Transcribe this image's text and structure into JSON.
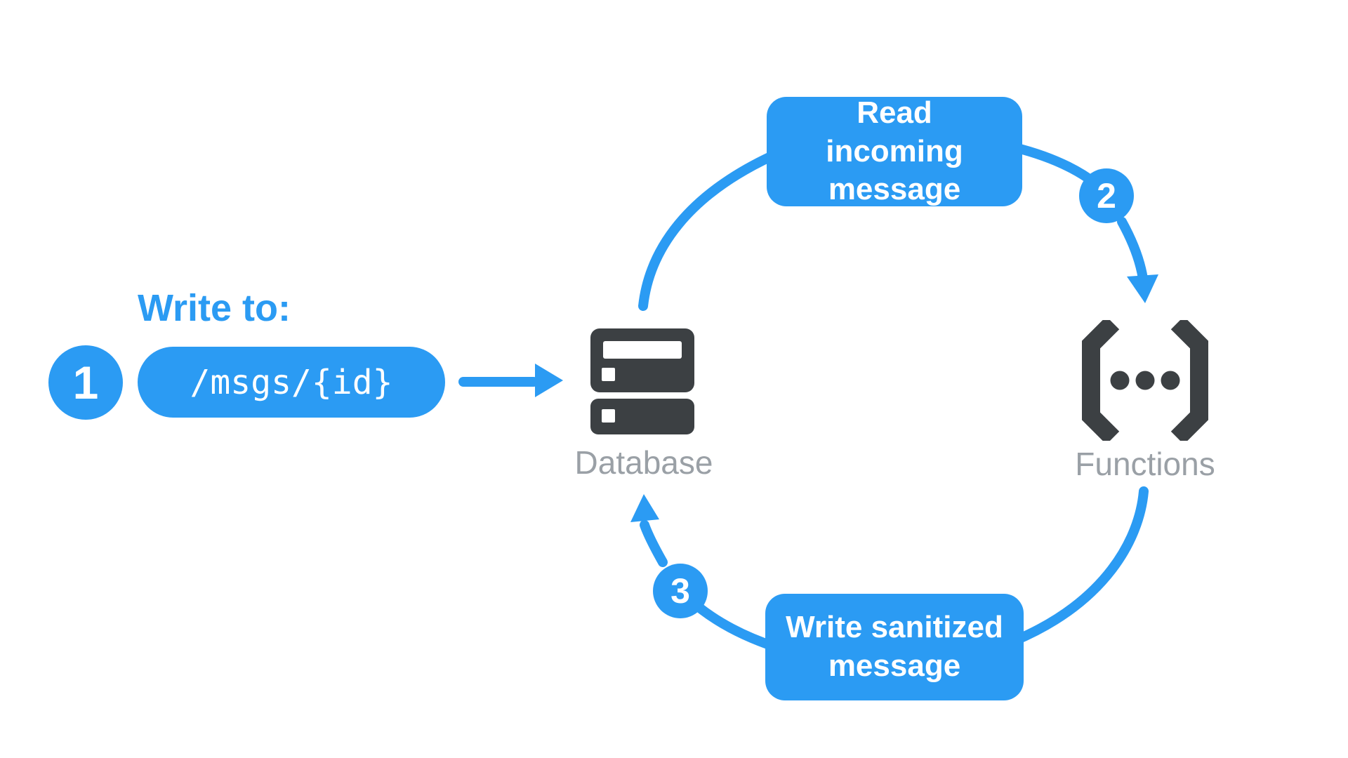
{
  "colors": {
    "accent_blue": "#2B9BF3",
    "icon_dark": "#3C4043",
    "label_gray": "#9AA0A6",
    "text_white": "#FFFFFF"
  },
  "diagram": {
    "write_to_label": "Write to:",
    "path_pill": "/msgs/{id}",
    "steps": [
      {
        "number": "1"
      },
      {
        "number": "2"
      },
      {
        "number": "3"
      }
    ],
    "boxes": {
      "read": {
        "label": "Read incoming message"
      },
      "write": {
        "label": "Write sanitized message"
      }
    },
    "nodes": {
      "database": {
        "label": "Database"
      },
      "functions": {
        "label": "Functions"
      }
    },
    "icons": [
      "database-icon",
      "functions-icon",
      "arrow-right-icon",
      "arrow-down-icon",
      "arrow-up-icon"
    ]
  }
}
